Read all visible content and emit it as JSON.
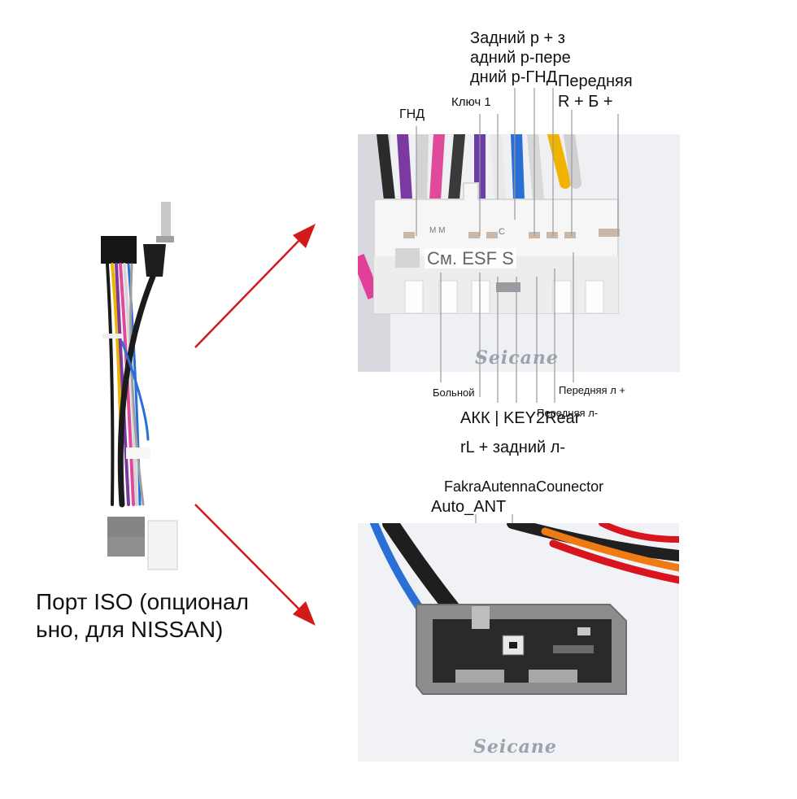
{
  "labels": {
    "rear_right_line1": "Задний р + з",
    "rear_right_line2": "адний р-пере",
    "rear_right_line3": "дний р-ГНД",
    "front_right_line1": "Передняя",
    "front_right_line2": "R + Б +",
    "key1": "Ключ 1",
    "gnd": "ГНД",
    "sick": "Больной",
    "front_left_plus": "Передняя л +",
    "front_left_minus": "Передняя л-",
    "acc_key2": "АКК | KEY2Rear",
    "rear_left": "rL + задний л-",
    "fakra": "FakraAutennaCounector",
    "auto_ant": "Auto_ANT",
    "iso_line1": "Порт ISO (опционал",
    "iso_line2": "ьно, для NISSAN)",
    "connector_print": "См. ESF S",
    "pin_marks": "M   M",
    "pin_c": "C"
  },
  "watermarks": {
    "top": "Seicane",
    "bottom": "Seicane"
  },
  "colors": {
    "arrow": "#d11a1a",
    "connector_white": "#f4f4f4",
    "connector_gray": "#8a8a8a",
    "wire_blue": "#2a6fd6",
    "wire_orange": "#f07a14",
    "wire_red": "#d8141e"
  },
  "icons": [
    "wiring-harness-photo",
    "iso-connector-photo",
    "antenna-connector-photo",
    "red-arrow-icon"
  ]
}
